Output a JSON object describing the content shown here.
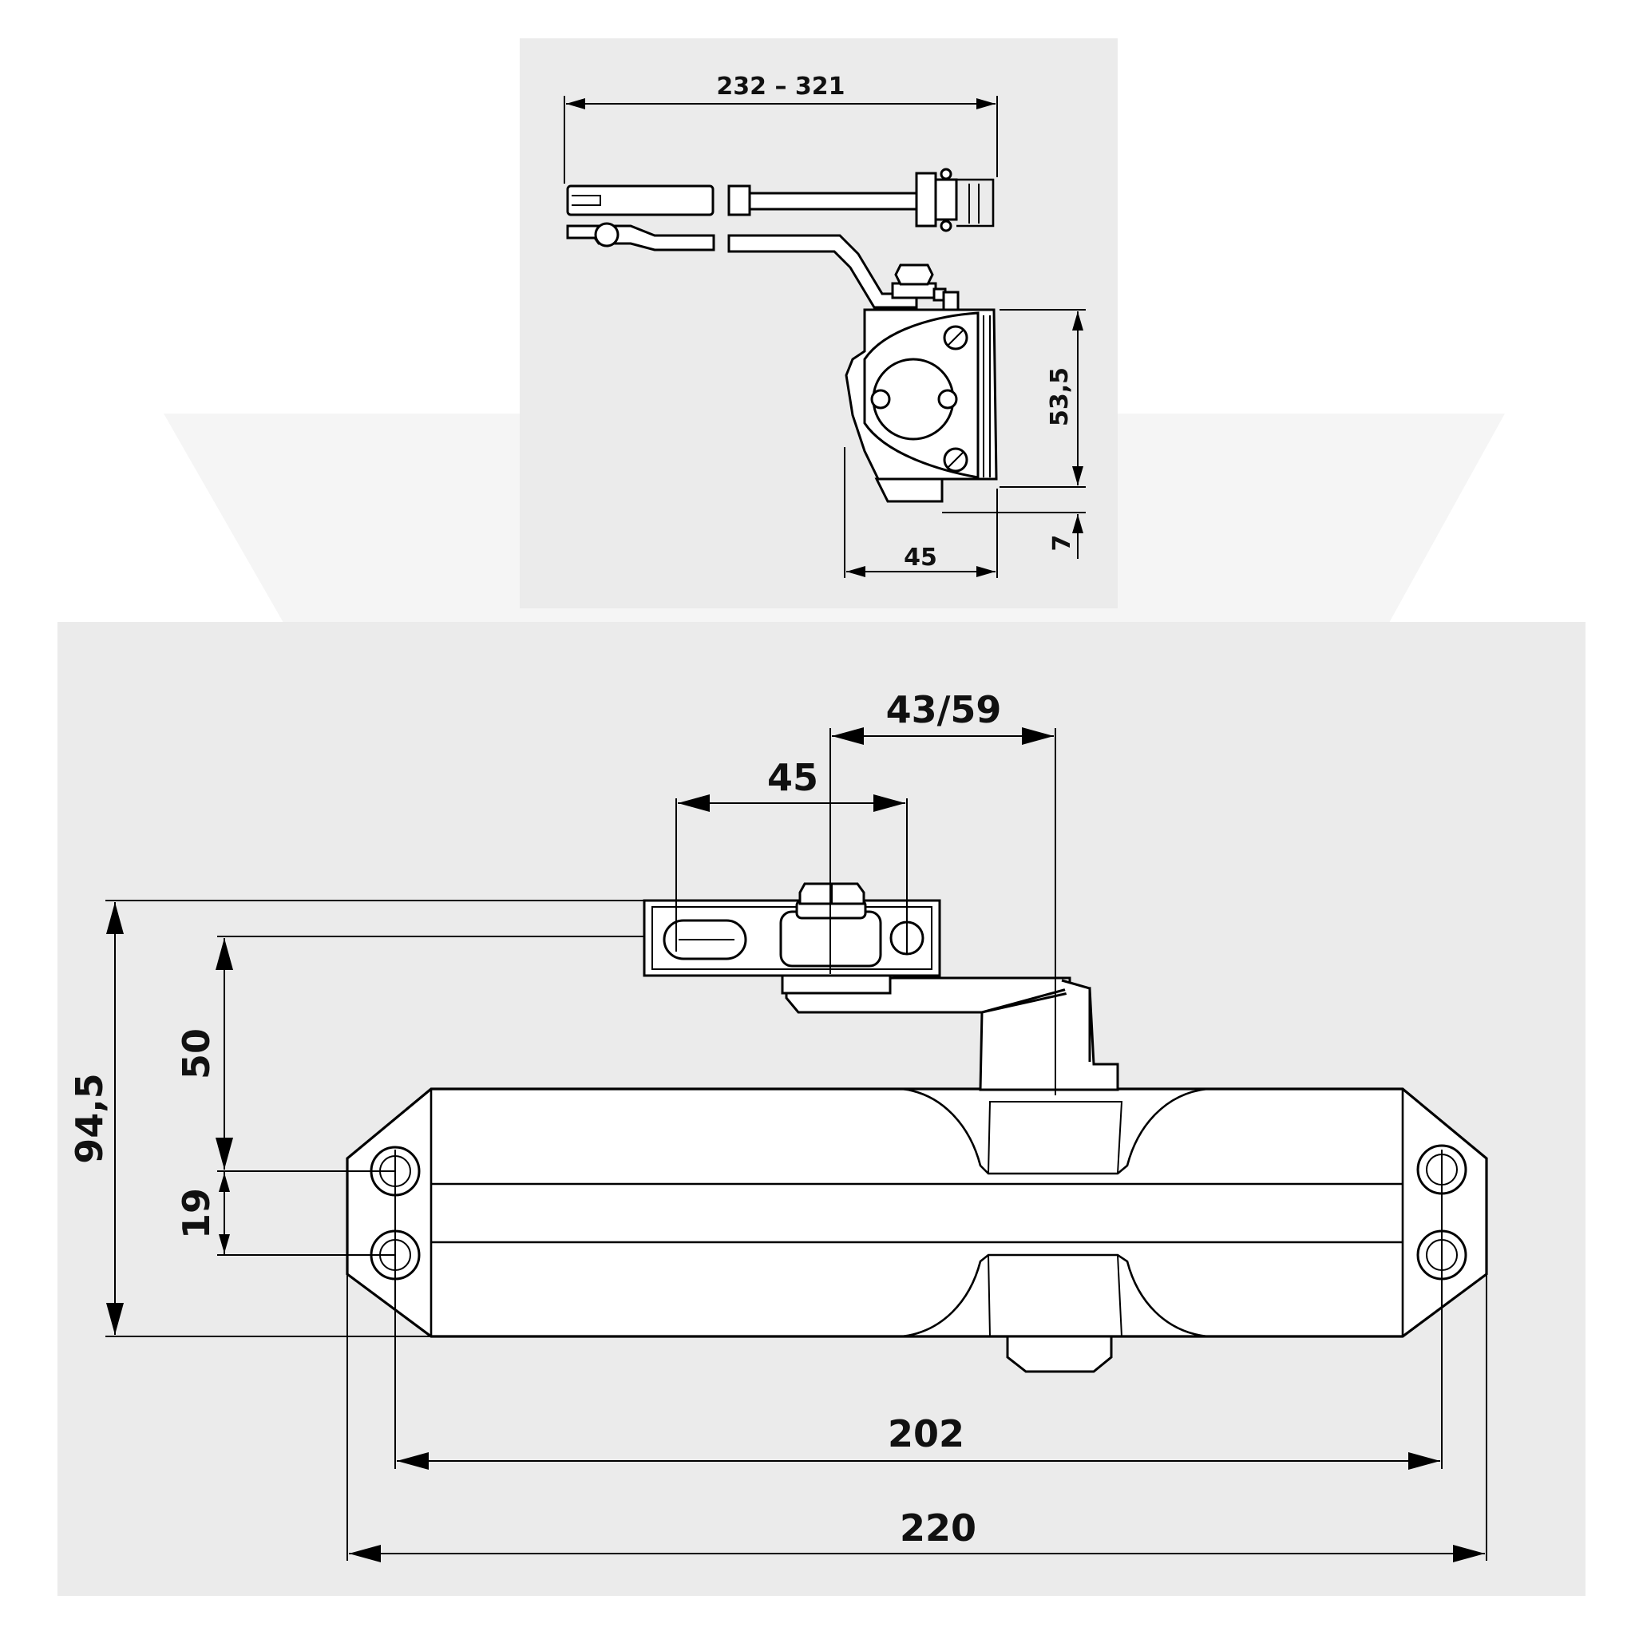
{
  "colors": {
    "page_background": "#ffffff",
    "panel_background": "#ebebeb",
    "line": "#000000",
    "watermark": "#f5f5f5"
  },
  "side_view": {
    "dim_arm_length": "232 – 321",
    "dim_height": "53,5",
    "dim_width": "45",
    "dim_offset": "7"
  },
  "front_view": {
    "dim_shoe_offset": "43/59",
    "dim_shoe_width": "45",
    "dim_total_height": "94,5",
    "dim_arm_height": "50",
    "dim_hole_spacing_vertical": "19",
    "dim_hole_spacing_horizontal": "202",
    "dim_total_length": "220"
  }
}
